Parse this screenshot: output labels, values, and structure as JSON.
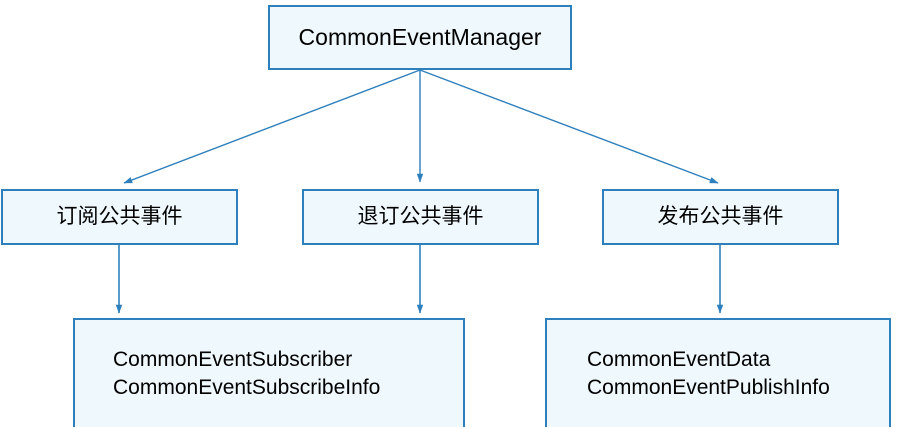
{
  "diagram": {
    "type": "flowchart",
    "colors": {
      "node_fill": "#eff8fd",
      "node_border": "#2e80bc",
      "edge": "#2e80bc",
      "text": "#000000",
      "background": "#ffffff"
    },
    "nodes": {
      "manager": {
        "label": "CommonEventManager"
      },
      "subscribe": {
        "label": "订阅公共事件"
      },
      "unsubscribe": {
        "label": "退订公共事件"
      },
      "publish": {
        "label": "发布公共事件"
      },
      "subscriber_classes": {
        "line1": "CommonEventSubscriber",
        "line2": "CommonEventSubscribeInfo"
      },
      "publish_classes": {
        "line1": "CommonEventData",
        "line2": "CommonEventPublishInfo"
      }
    },
    "edges": [
      {
        "from": "manager",
        "to": "subscribe",
        "style": "solid",
        "arrow": "end"
      },
      {
        "from": "manager",
        "to": "unsubscribe",
        "style": "solid",
        "arrow": "end"
      },
      {
        "from": "manager",
        "to": "publish",
        "style": "solid",
        "arrow": "end"
      },
      {
        "from": "subscribe",
        "to": "subscriber_classes",
        "style": "solid",
        "arrow": "end"
      },
      {
        "from": "unsubscribe",
        "to": "subscriber_classes",
        "style": "solid",
        "arrow": "end"
      },
      {
        "from": "publish",
        "to": "publish_classes",
        "style": "solid",
        "arrow": "end"
      }
    ]
  }
}
